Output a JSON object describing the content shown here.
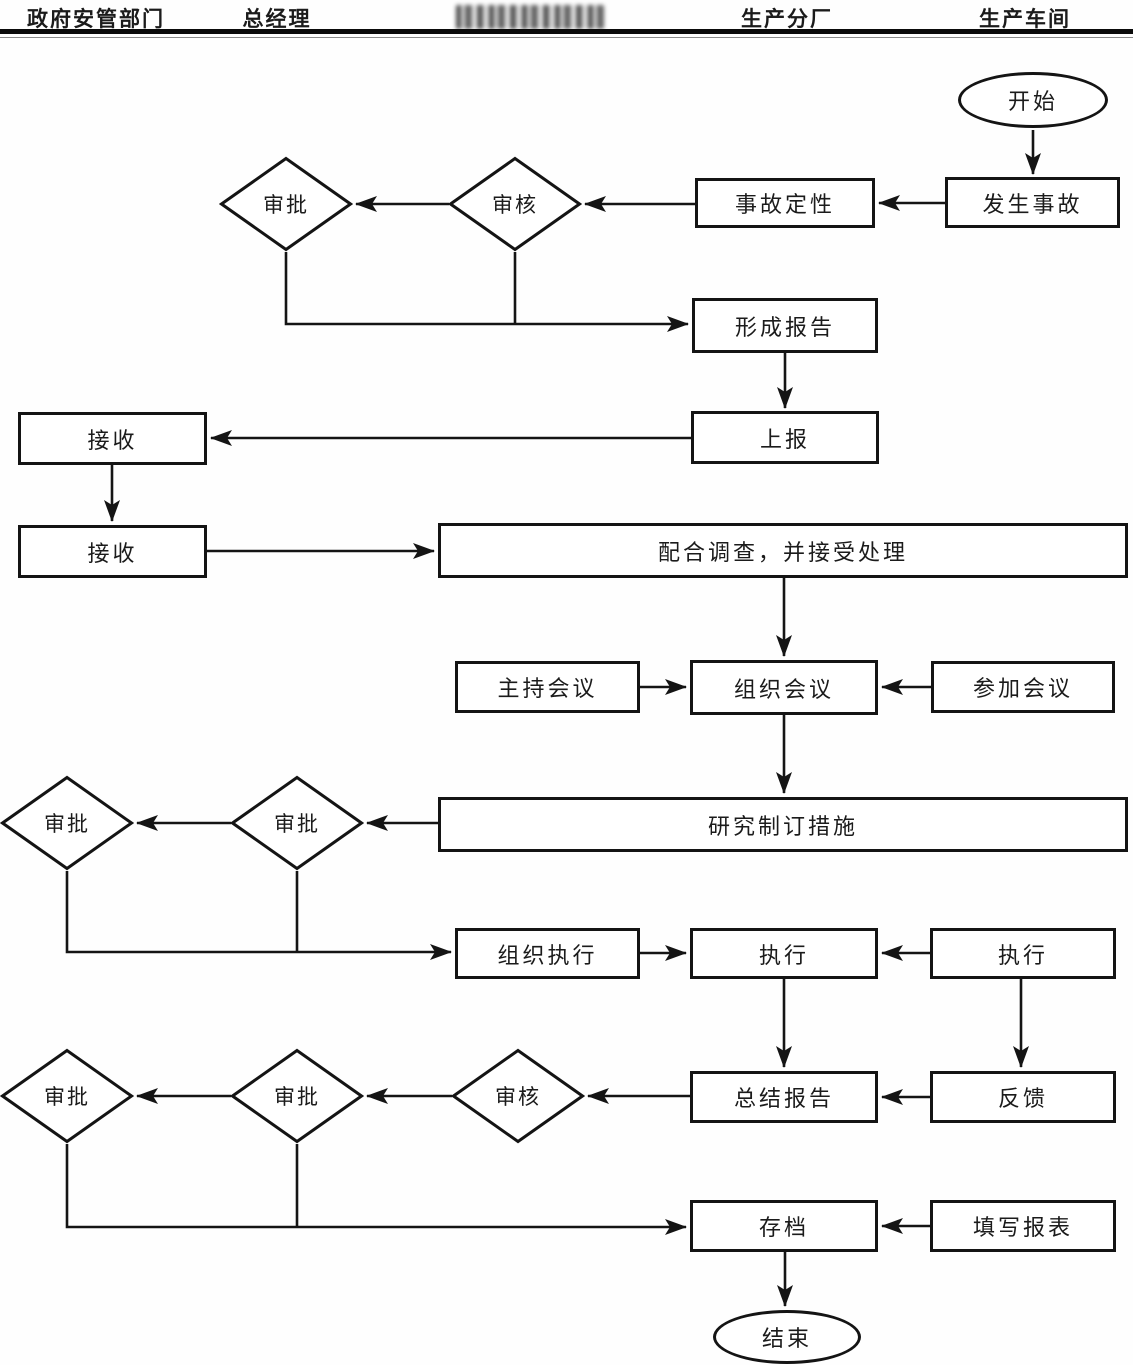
{
  "page": {
    "background": "#fefefe",
    "line_color": "#141414",
    "text_color": "#1b1b1b"
  },
  "lanes": [
    {
      "label": "政府安管部门"
    },
    {
      "label": "总经理"
    },
    {
      "label": "",
      "redacted": true
    },
    {
      "label": "生产分厂"
    },
    {
      "label": "生产车间"
    }
  ],
  "nodes": {
    "start": {
      "shape": "ellipse",
      "label": "开始"
    },
    "accident_occurs": {
      "shape": "rect",
      "label": "发生事故"
    },
    "accident_classify": {
      "shape": "rect",
      "label": "事故定性"
    },
    "review_top": {
      "shape": "diamond",
      "label": "审核"
    },
    "approve_top": {
      "shape": "diamond",
      "label": "审批"
    },
    "form_report": {
      "shape": "rect",
      "label": "形成报告"
    },
    "report_up": {
      "shape": "rect",
      "label": "上报"
    },
    "receive_1": {
      "shape": "rect",
      "label": "接收"
    },
    "receive_2": {
      "shape": "rect",
      "label": "接收"
    },
    "cooperate": {
      "shape": "rect",
      "label": "配合调查，并接受处理"
    },
    "chair_meeting": {
      "shape": "rect",
      "label": "主持会议"
    },
    "organize_meeting": {
      "shape": "rect",
      "label": "组织会议"
    },
    "attend_meeting": {
      "shape": "rect",
      "label": "参加会议"
    },
    "formulate_measures": {
      "shape": "rect",
      "label": "研究制订措施"
    },
    "approve_mid_1": {
      "shape": "diamond",
      "label": "审批"
    },
    "approve_mid_2": {
      "shape": "diamond",
      "label": "审批"
    },
    "organize_execute": {
      "shape": "rect",
      "label": "组织执行"
    },
    "execute_branch": {
      "shape": "rect",
      "label": "执行"
    },
    "execute_workshop": {
      "shape": "rect",
      "label": "执行"
    },
    "summary_report": {
      "shape": "rect",
      "label": "总结报告"
    },
    "feedback": {
      "shape": "rect",
      "label": "反馈"
    },
    "review_bottom": {
      "shape": "diamond",
      "label": "审核"
    },
    "approve_bot_1": {
      "shape": "diamond",
      "label": "审批"
    },
    "approve_bot_2": {
      "shape": "diamond",
      "label": "审批"
    },
    "archive": {
      "shape": "rect",
      "label": "存档"
    },
    "fill_form": {
      "shape": "rect",
      "label": "填写报表"
    },
    "end": {
      "shape": "ellipse",
      "label": "结束"
    }
  }
}
